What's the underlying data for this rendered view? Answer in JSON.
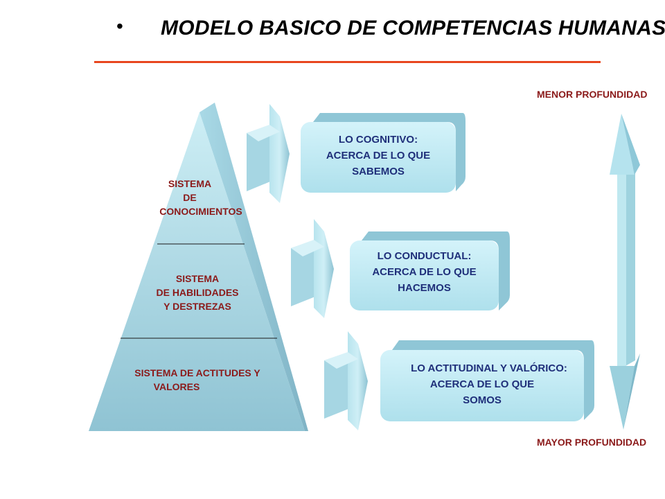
{
  "header": {
    "bullet": "•",
    "title": "MODELO BASICO DE COMPETENCIAS HUMANAS"
  },
  "pyramid": {
    "top": {
      "line1": "SISTEMA",
      "line2": "DE",
      "line3": "CONOCIMIENTOS"
    },
    "middle": {
      "line1": "SISTEMA",
      "line2": "DE HABILIDADES",
      "line3": "Y DESTREZAS"
    },
    "bottom": {
      "line1": "SISTEMA DE ACTITUDES Y",
      "line2": "VALORES"
    }
  },
  "boxes": [
    {
      "line1": "LO  COGNITIVO:",
      "line2": "ACERCA DE LO QUE",
      "line3": "SABEMOS"
    },
    {
      "line1": "LO  CONDUCTUAL:",
      "line2": "ACERCA DE LO QUE",
      "line3": "HACEMOS"
    },
    {
      "line1": "LO  ACTITUDINAL  Y VALÓRICO:",
      "line2": "ACERCA DE LO QUE",
      "line3": "SOMOS"
    }
  ],
  "depth_scale": {
    "top_label": "MENOR PROFUNDIDAD",
    "bottom_label": "MAYOR PROFUNDIDAD"
  },
  "colors": {
    "rule": "#e8461e",
    "shape_light": "#bfe6ef",
    "shape_mid": "#9fd0de",
    "shape_dark": "#7fb6c8",
    "label_red": "#8b1a1a",
    "label_blue": "#1f2f7a"
  }
}
